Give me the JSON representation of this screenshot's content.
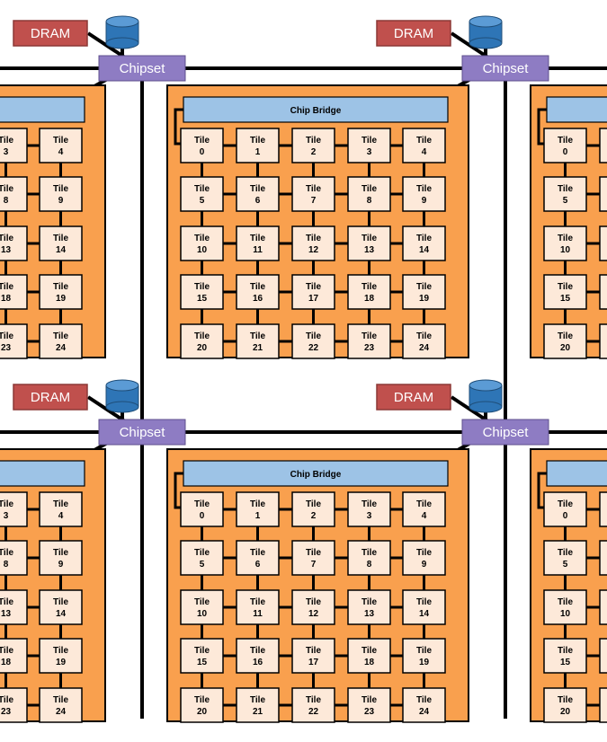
{
  "labels": {
    "dram": "DRAM",
    "chipset": "Chipset",
    "chip_bridge": "Chip Bridge",
    "tile_word": "Tile"
  },
  "tile_ids": [
    0,
    1,
    2,
    3,
    4,
    5,
    6,
    7,
    8,
    9,
    10,
    11,
    12,
    13,
    14,
    15,
    16,
    17,
    18,
    19,
    20,
    21,
    22,
    23,
    24
  ],
  "colors": {
    "chip_fill": "#f9a04e",
    "tile_fill": "#fde9d9",
    "bridge_fill": "#9dc3e6",
    "chipset_fill": "#8e7cc3",
    "dram_fill": "#c0504d",
    "db_fill": "#2e75b6",
    "wire": "#000000"
  }
}
